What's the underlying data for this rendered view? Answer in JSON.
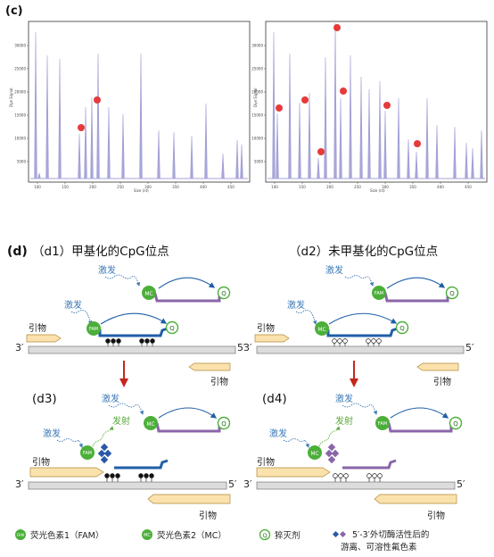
{
  "panel_c": {
    "label": "(c)",
    "left_chart": {
      "ylabel": "Dye Signal",
      "xlabel": "Size (nt)",
      "yticks": [
        "5000",
        "10000",
        "15000",
        "20000",
        "25000",
        "30000"
      ],
      "xticks": [
        "100",
        "150",
        "200",
        "250",
        "300",
        "350",
        "400",
        "450"
      ]
    },
    "right_chart": {
      "ylabel": "Dye Signal",
      "xlabel": "Size (nt)",
      "yticks": [
        "5000",
        "10000",
        "15000",
        "20000",
        "25000",
        "30000"
      ],
      "xticks": [
        "100",
        "150",
        "200",
        "250",
        "300",
        "350",
        "400",
        "450"
      ]
    }
  },
  "panel_d": {
    "label": "(d)",
    "d1_title": "（d1）甲基化的CpG位点",
    "d2_title": "（d2）未甲基化的CpG位点",
    "d3_label": "(d3)",
    "d4_label": "(d4)",
    "excite": "激发",
    "emit": "发射",
    "primer": "引物",
    "three_prime": "3′",
    "five_prime": "5′",
    "fam": "FAM",
    "mc": "MC",
    "q": "Q"
  },
  "legend": {
    "fam": "荧光色素1（FAM）",
    "mc": "荧光色素2（MC）",
    "quencher": "猝灭剂",
    "free_dye_line1": "5′-3′外切酶活性后的",
    "free_dye_line2": "游离、可溶性氟色素"
  },
  "colors": {
    "peak": "#a8a6d8",
    "red_dot": "#e53b3b",
    "green": "#4caf3a",
    "blue_probe": "#1f5fa8",
    "purple_probe": "#8a66a8",
    "arrow_red": "#c4261e",
    "primer_fill": "#fbe2ad",
    "strand_fill": "#dcdcdc",
    "excite_text": "#3a78b5",
    "emit_text": "#5aa83a"
  }
}
